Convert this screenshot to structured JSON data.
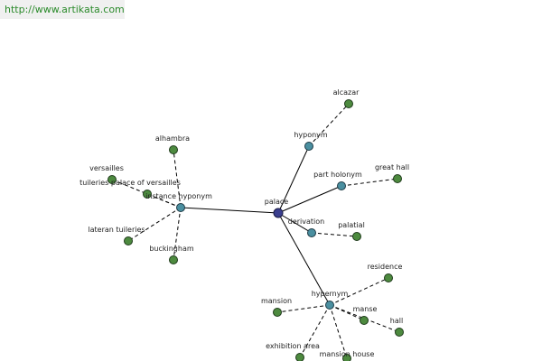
{
  "url": "http://www.artikata.com",
  "colors": {
    "leaf": "#4d8a3f",
    "relation": "#4a8fa0",
    "root": "#3b3f8f",
    "url_text": "#2a8a2a"
  },
  "graph": {
    "root": {
      "id": "palace",
      "label": "palace"
    },
    "relations": [
      {
        "id": "hyponym",
        "label": "hyponym",
        "children": [
          "alcazar"
        ]
      },
      {
        "id": "part-holonym",
        "label": "part holonym",
        "children": [
          "great hall"
        ]
      },
      {
        "id": "derivation",
        "label": "derivation",
        "children": [
          "palatial"
        ]
      },
      {
        "id": "instance-hyponym",
        "label": "instance hyponym",
        "children": [
          "alhambra",
          "versailles",
          "tuileries palace of versailles",
          "lateran tuileries",
          "buckingham"
        ]
      },
      {
        "id": "hypernym",
        "label": "hypernym",
        "children": [
          "residence",
          "mansion",
          "manse",
          "hall",
          "exhibition area",
          "mansion house"
        ]
      }
    ]
  }
}
